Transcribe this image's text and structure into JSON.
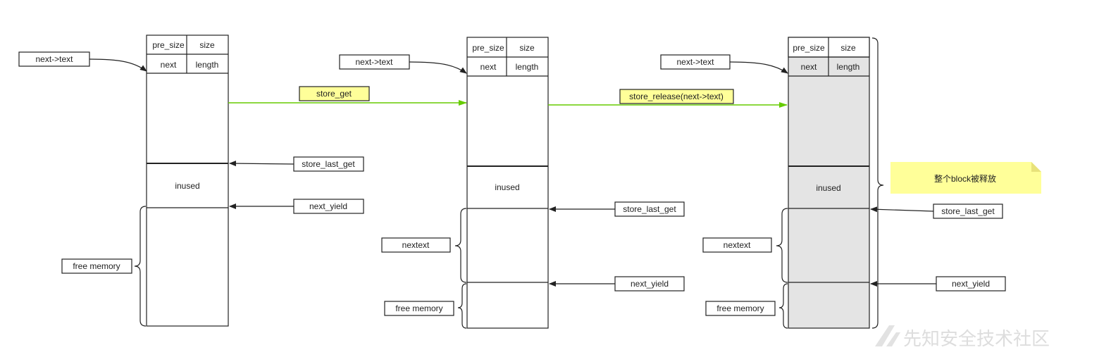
{
  "columns": [
    {
      "header": {
        "pre_size": "pre_size",
        "size": "size",
        "next": "next",
        "length": "length"
      },
      "pointer": "next->text",
      "inused": "inused",
      "right_labels": [
        "store_last_get",
        "next_yield"
      ],
      "left_labels": [
        "free memory"
      ]
    },
    {
      "header": {
        "pre_size": "pre_size",
        "size": "size",
        "next": "next",
        "length": "length"
      },
      "pointer": "next->text",
      "inused": "inused",
      "right_labels": [
        "store_last_get",
        "next_yield"
      ],
      "left_labels": [
        "nextext",
        "free memory"
      ]
    },
    {
      "header": {
        "pre_size": "pre_size",
        "size": "size",
        "next": "next",
        "length": "length"
      },
      "pointer": "next->text",
      "inused": "inused",
      "right_labels": [
        "store_last_get",
        "next_yield"
      ],
      "left_labels": [
        "nextext",
        "free memory"
      ],
      "note": "整个block被释放"
    }
  ],
  "transitions": [
    "store_get",
    "store_release(next->text)"
  ],
  "watermark": "先知安全技术社区",
  "colors": {
    "arrow": "#66cc00",
    "highlight": "#ffff99",
    "released": "#e4e4e4",
    "note": "#ffff99"
  }
}
